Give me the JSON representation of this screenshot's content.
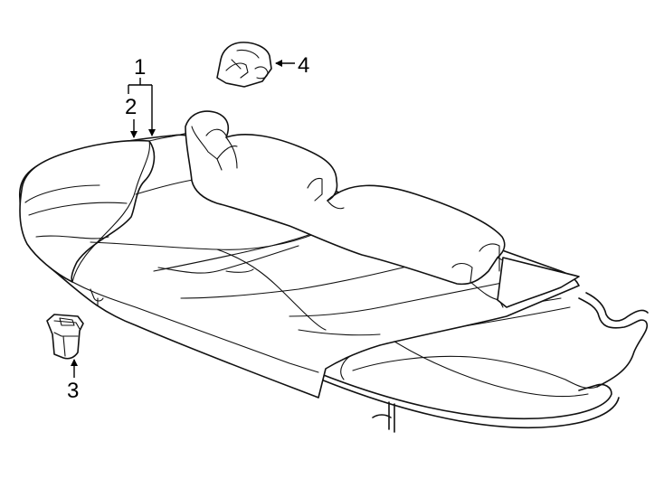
{
  "diagram": {
    "callouts": [
      {
        "id": "1",
        "label": "1"
      },
      {
        "id": "2",
        "label": "2"
      },
      {
        "id": "3",
        "label": "3"
      },
      {
        "id": "4",
        "label": "4"
      }
    ],
    "line_color": "#111111",
    "background": "#ffffff"
  }
}
